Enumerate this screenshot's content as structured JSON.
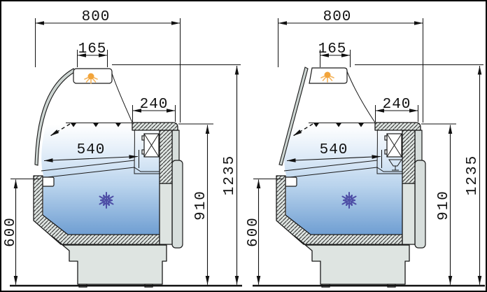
{
  "diagram": {
    "kind": "technical cross-section drawing",
    "subject": "refrigerated serve-over display counters, side section views, dimensions in mm",
    "units": [
      {
        "name": "serve-over counter with curved glass front",
        "glass_front": "curved",
        "dimensions_mm": {
          "overall_depth": "800",
          "lamp_canopy_width": "165",
          "rear_service_top_depth": "240",
          "display_deck_depth": "540",
          "front_deck_height": "600",
          "rear_service_top_height": "910",
          "overall_height": "1235"
        }
      },
      {
        "name": "serve-over counter with straight glass front",
        "glass_front": "straight",
        "dimensions_mm": {
          "overall_depth": "800",
          "lamp_canopy_width": "165",
          "rear_service_top_depth": "240",
          "display_deck_depth": "540",
          "front_deck_height": "600",
          "rear_service_top_height": "910",
          "overall_height": "1235"
        }
      }
    ],
    "icons": {
      "lamp": "lamp-icon",
      "refrigeration": "snowflake-icon",
      "evaporator": "evaporator-box-icon",
      "airflow": "airflow-arrow-icon"
    },
    "colors": {
      "line": "#1a1a1a",
      "panel_fill": "#dee4e1",
      "panel_fill_dark": "#d7dedc",
      "glass_band": "#cdd5d2",
      "interior_top": "#ffffff",
      "interior_mid": "#bad4ed",
      "interior_bottom": "#6f9ed2",
      "snowflake": "#4e4ea6",
      "lamp": "#f2a43a"
    }
  }
}
